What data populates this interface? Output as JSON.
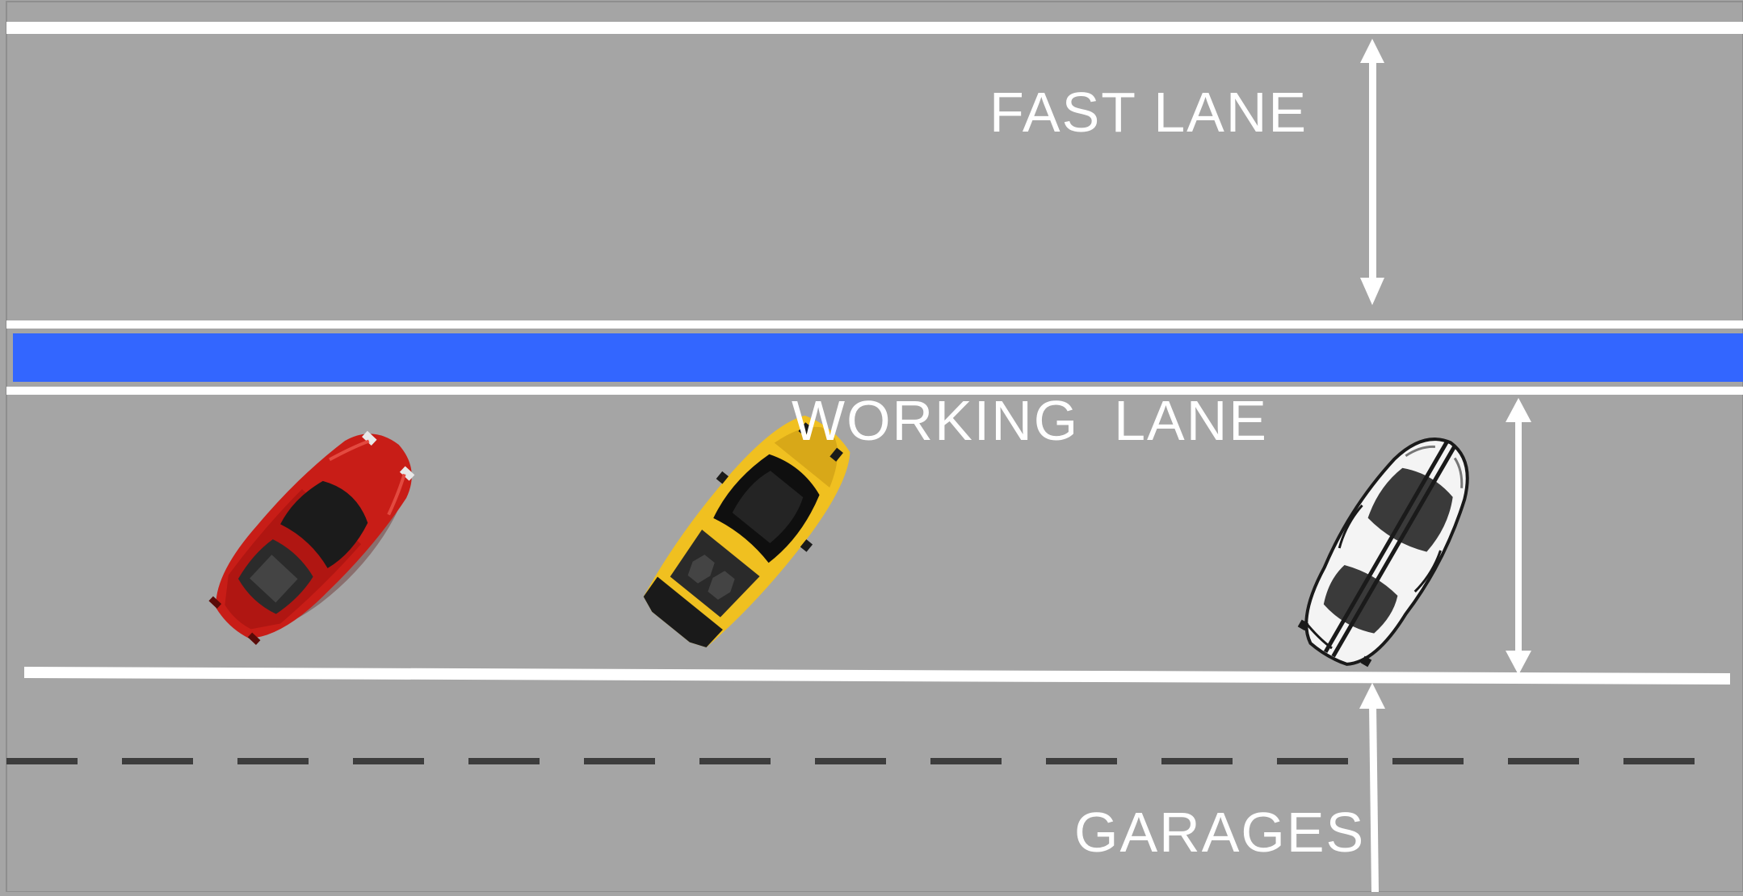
{
  "labels": {
    "fast_lane": "FAST LANE",
    "working_lane": "WORKING  LANE",
    "garages": "GARAGES"
  },
  "colors": {
    "asphalt": "#a5a5a5",
    "line": "#ffffff",
    "pit_wall": "#3366ff",
    "dash": "#3d3d3d",
    "red_car": "#c81d17",
    "yellow_car": "#f0c020",
    "white_car": "#f4f4f4"
  },
  "cars": [
    {
      "name": "red-car",
      "color": "red"
    },
    {
      "name": "yellow-car",
      "color": "yellow"
    },
    {
      "name": "white-car",
      "color": "white"
    }
  ]
}
